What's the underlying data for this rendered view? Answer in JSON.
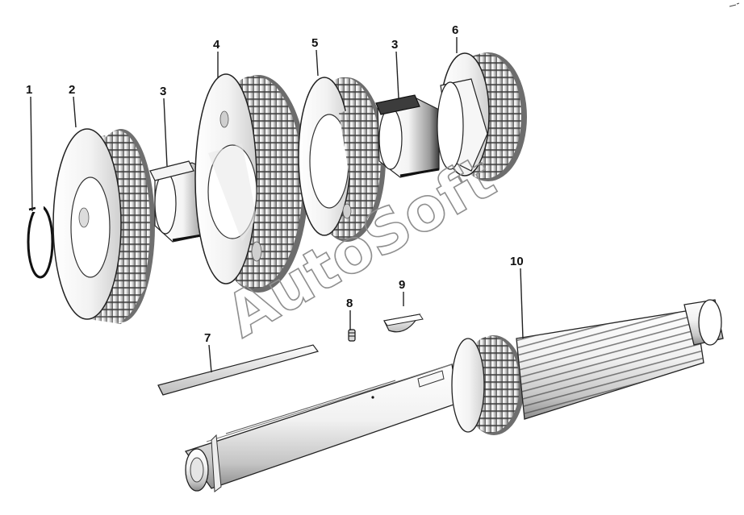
{
  "watermark": "AutoSoft",
  "callouts": [
    "1",
    "2",
    "3",
    "4",
    "5",
    "3",
    "6",
    "7",
    "8",
    "9",
    "10"
  ]
}
